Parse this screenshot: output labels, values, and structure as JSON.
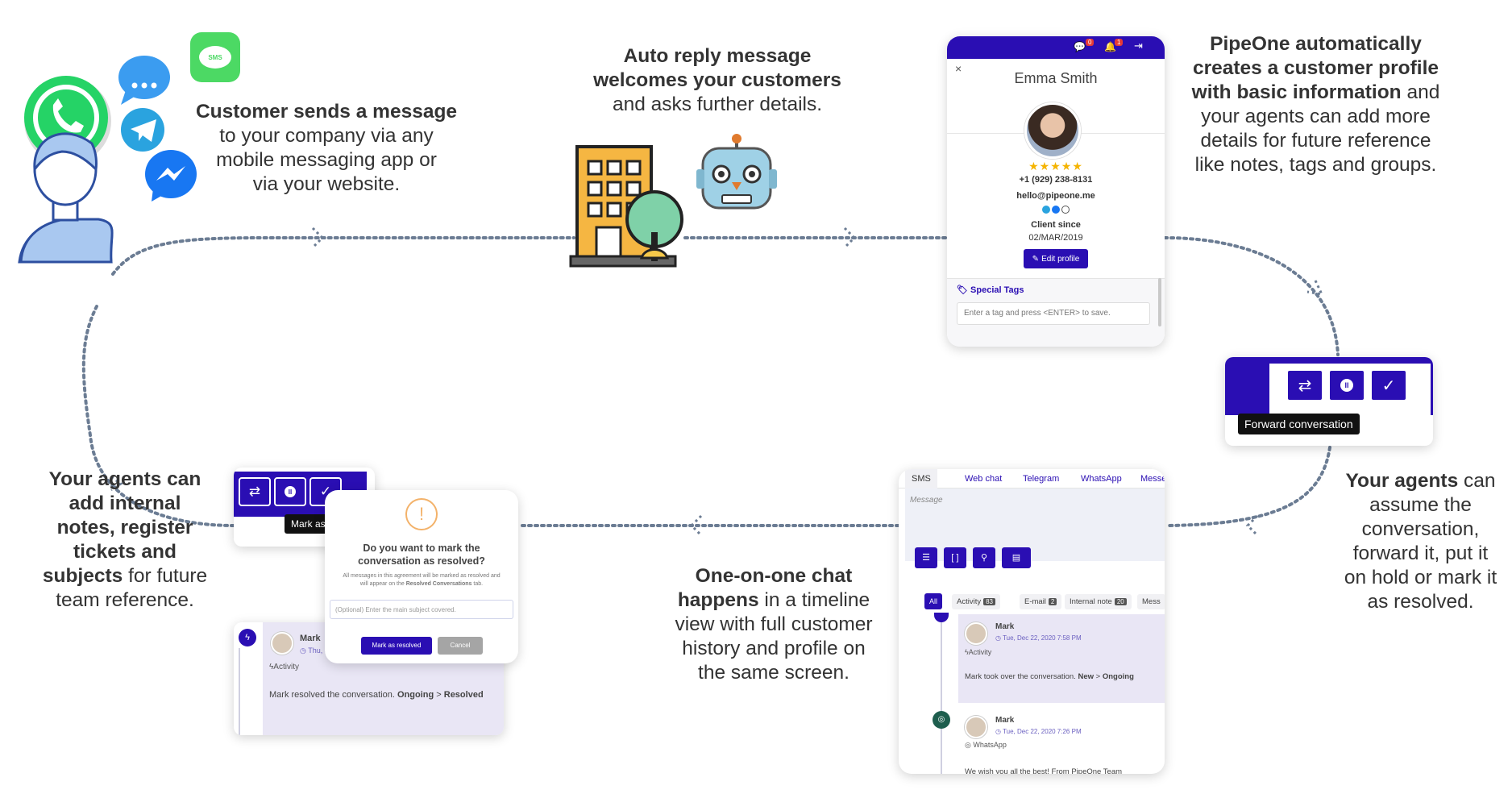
{
  "steps": {
    "customer": {
      "bold": "Customer sends a message",
      "lines": [
        "to your company via any",
        "mobile messaging app or",
        "via your website."
      ]
    },
    "autoreply": {
      "bold1": "Auto reply message",
      "bold2": "welcomes your customers",
      "line": "and asks further details."
    },
    "profile": {
      "bold1": "PipeOne automatically",
      "bold2": "creates a customer profile",
      "bold3": "with basic information",
      "tail3": " and",
      "lines": [
        "your agents can add more",
        "details for future reference",
        "like notes, tags and groups."
      ]
    },
    "assume": {
      "bold": "Your agents",
      "tail": " can",
      "lines": [
        "assume the",
        "conversation,",
        "forward it, put it",
        "on hold or mark it",
        "as resolved."
      ]
    },
    "chat": {
      "bold1": "One-on-one chat",
      "bold2": "happens",
      "tail2": " in a timeline",
      "lines": [
        "view with full customer",
        "history and profile on",
        "the same screen."
      ]
    },
    "notes": {
      "bold1": "Your agents can",
      "bold2": "add internal",
      "bold3": "notes, register",
      "bold4": "tickets and",
      "bold5": "subjects",
      "tail5": " for future",
      "line6": "team reference."
    }
  },
  "icons": {
    "sms_label": "SMS"
  },
  "profile_card": {
    "close": "×",
    "name": "Emma Smith",
    "stars": "★★★★★",
    "phone": "+1 (929) 238-8131",
    "email": "hello@pipeone.me",
    "client_since_label": "Client since",
    "client_since": "02/MAR/2019",
    "edit_button": "Edit profile",
    "tags_title": "Special Tags",
    "tag_placeholder": "Enter a tag and press <ENTER> to save.",
    "badge1": "0",
    "badge2": "1"
  },
  "forward_card": {
    "tooltip": "Forward conversation"
  },
  "chat_card": {
    "tabs": [
      "SMS",
      "Web chat",
      "Telegram",
      "WhatsApp",
      "Messe"
    ],
    "message_placeholder": "Message",
    "filters": [
      {
        "label": "All"
      },
      {
        "label": "Activity",
        "count": "83"
      },
      {
        "label": "E-mail",
        "count": "2"
      },
      {
        "label": "Internal note",
        "count": "20"
      },
      {
        "label": "Mess"
      }
    ],
    "entry1": {
      "name": "Mark",
      "time": "Tue, Dec 22, 2020 7:58 PM",
      "type": "Activity",
      "text": "Mark took over the conversation.",
      "from": "New",
      "to": "Ongoing"
    },
    "entry2": {
      "name": "Mark",
      "time": "Tue, Dec 22, 2020 7:26 PM",
      "type": "WhatsApp",
      "text": "We wish you all the best! From PipeOne Team"
    }
  },
  "resolve_card": {
    "tooltip": "Mark as resolved",
    "warning": "!",
    "question1": "Do you want to mark the",
    "question2": "conversation as resolved?",
    "info1": "All messages in this agreement will be marked as resolved and",
    "info2": "will appear on the",
    "info_bold": "Resolved Conversations",
    "info3": "tab.",
    "subject_placeholder": "(Optional) Enter the main subject covered.",
    "confirm": "Mark as resolved",
    "cancel": "Cancel"
  },
  "activity_card": {
    "name": "Mark",
    "time": "Thu, 3",
    "type": "Activity",
    "text": "Mark resolved the conversation.",
    "from": "Ongoing",
    "to": "Resolved"
  },
  "colors": {
    "brand": "#2a0eb3",
    "dots": "#6b7c93",
    "whatsapp": "#25d366",
    "telegram": "#2aa3df",
    "messenger": "#1877f2",
    "sms": "#4cd964",
    "person": "#a9c8f0"
  }
}
